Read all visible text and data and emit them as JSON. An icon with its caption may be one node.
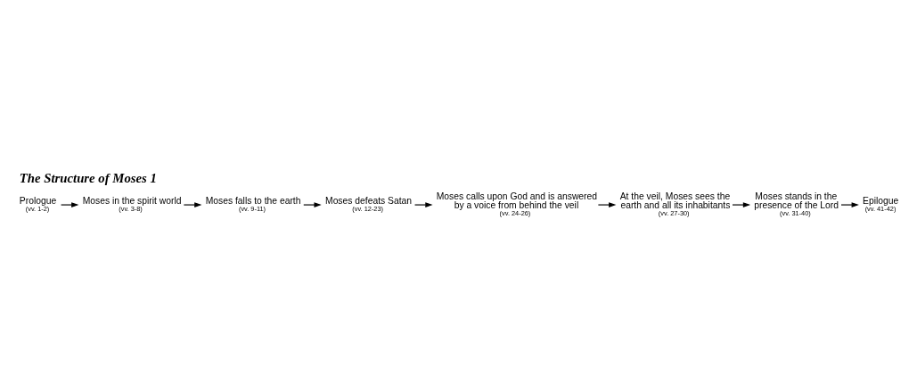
{
  "diagram": {
    "title": "The Structure of Moses 1",
    "nodes": [
      {
        "text": [
          "Prologue",
          "(vv. 1-2)"
        ]
      },
      {
        "text": [
          "Moses in the spirit world",
          "(vv. 3-8)"
        ]
      },
      {
        "text": [
          "Moses falls to the earth",
          "(vv. 9-11)"
        ]
      },
      {
        "text": [
          "Moses defeats Satan",
          "(vv. 12-23)"
        ]
      },
      {
        "text": [
          "Moses calls upon God and is answered by a voice from behind the veil",
          "(vv. 24-26)"
        ]
      },
      {
        "text": [
          "At the veil, Moses sees the earth and all its inhabitants",
          "(vv. 27-30)"
        ]
      },
      {
        "text": [
          "Moses stands in the presence of the Lord",
          "(vv. 31-40)"
        ]
      },
      {
        "text": [
          "Epilogue",
          "(vv. 41-42)"
        ]
      }
    ],
    "edges": [
      {
        "from": 0,
        "to": 1,
        "arrow": "to"
      },
      {
        "from": 1,
        "to": 2,
        "arrow": "to"
      },
      {
        "from": 2,
        "to": 3,
        "arrow": "to"
      },
      {
        "from": 3,
        "to": 4,
        "arrow": "to"
      },
      {
        "from": 4,
        "to": 5,
        "arrow": "to"
      },
      {
        "from": 5,
        "to": 6,
        "arrow": "to"
      },
      {
        "from": 6,
        "to": 7,
        "arrow": "to"
      }
    ]
  }
}
